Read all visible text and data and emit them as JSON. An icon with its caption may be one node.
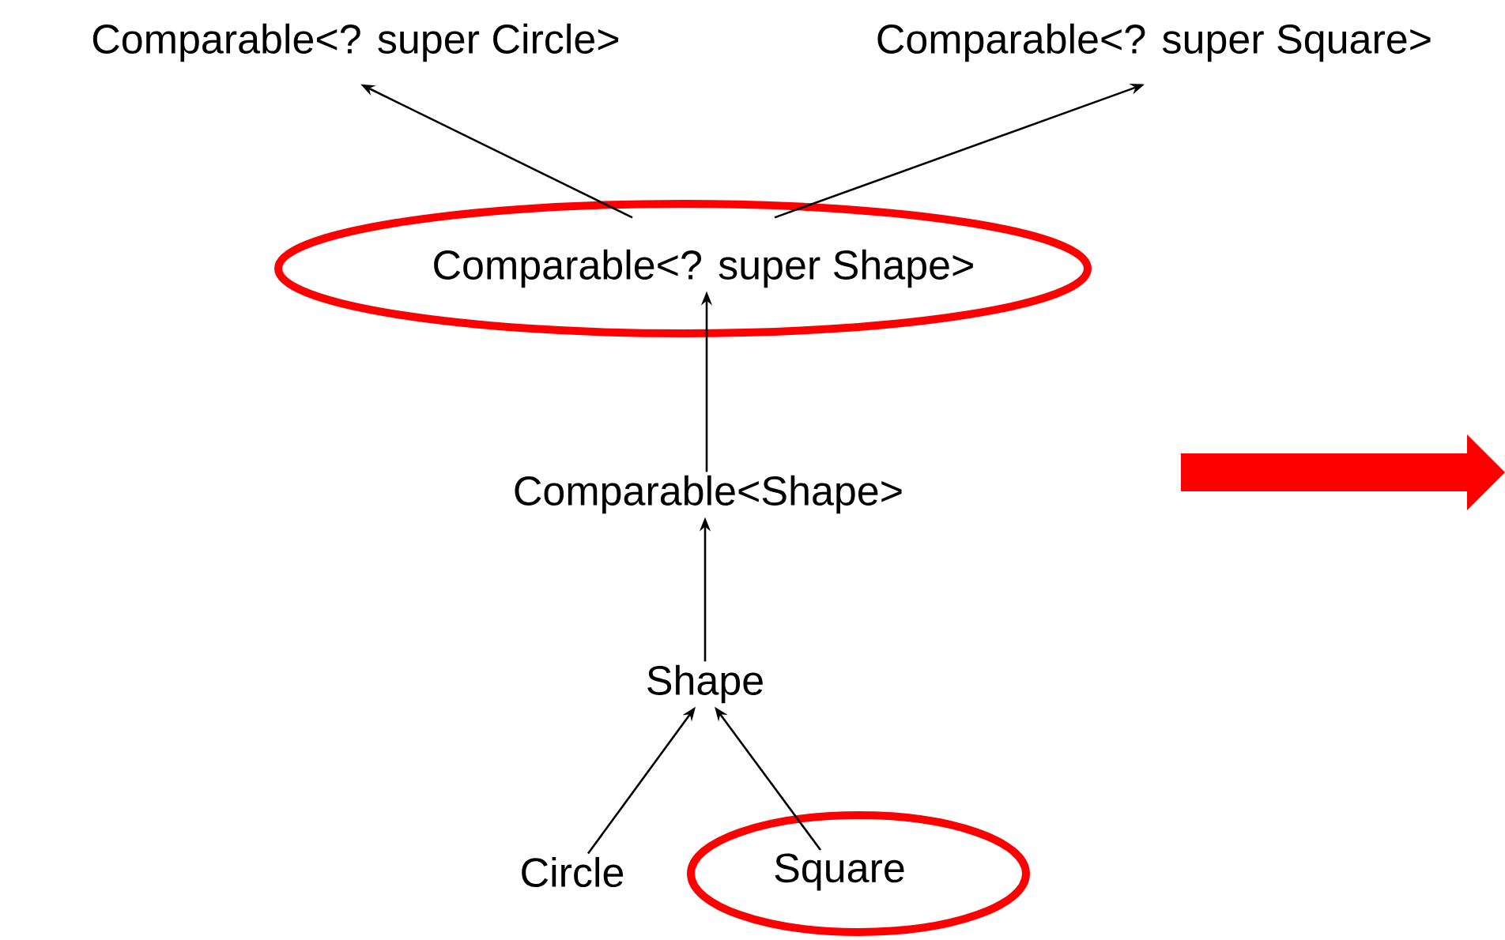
{
  "diagram": {
    "nodes": [
      {
        "text": [
          "Comparable<? super Circle>"
        ]
      },
      {
        "text": [
          "Comparable<? super Square>"
        ]
      },
      {
        "text": [
          "Comparable<? super Shape>"
        ]
      },
      {
        "text": [
          "Comparable<Shape>"
        ]
      },
      {
        "text": [
          "Shape"
        ]
      },
      {
        "text": [
          "Circle"
        ]
      },
      {
        "text": [
          "Square"
        ]
      }
    ],
    "edges": [
      {
        "from": 2,
        "to": 0,
        "arrow": "to"
      },
      {
        "from": 2,
        "to": 1,
        "arrow": "to"
      },
      {
        "from": 3,
        "to": 2,
        "arrow": "to"
      },
      {
        "from": 4,
        "to": 3,
        "arrow": "to"
      },
      {
        "from": 5,
        "to": 4,
        "arrow": "to"
      },
      {
        "from": 6,
        "to": 4,
        "arrow": "to"
      }
    ]
  }
}
